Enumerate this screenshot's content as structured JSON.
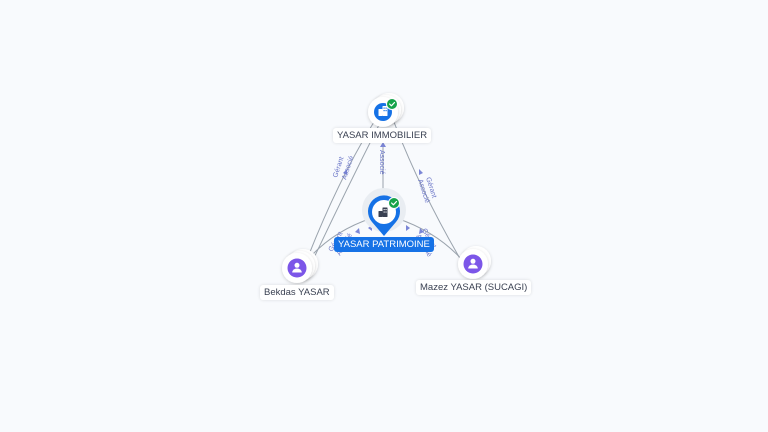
{
  "colors": {
    "edge": "#9aa3ad",
    "edge_label": "#6b76c8",
    "company_icon_bg": "#1672e6",
    "person_icon_bg": "#7c56e8",
    "check_badge": "#16a34a",
    "main_label_bg": "#1672e6"
  },
  "nodes": {
    "main": {
      "label": "YASAR PATRIMOINE",
      "icon": "building-icon",
      "verified": true
    },
    "immobilier": {
      "label": "YASAR IMMOBILIER",
      "icon": "building-icon",
      "verified": true
    },
    "bekdas": {
      "label": "Bekdas YASAR",
      "icon": "person-icon"
    },
    "mazez": {
      "label": "Mazez YASAR (SUCAGI)",
      "icon": "person-icon"
    }
  },
  "edges": {
    "immobilier_main": "Associé",
    "immobilier_bekdas_1": "Gérant",
    "immobilier_bekdas_2": "Associé",
    "immobilier_mazez_1": "Gérant",
    "immobilier_mazez_2": "Associé",
    "main_bekdas_1": "Gérant",
    "main_bekdas_2": "Associé",
    "main_mazez_1": "Gérant",
    "main_mazez_2": "Associé"
  }
}
